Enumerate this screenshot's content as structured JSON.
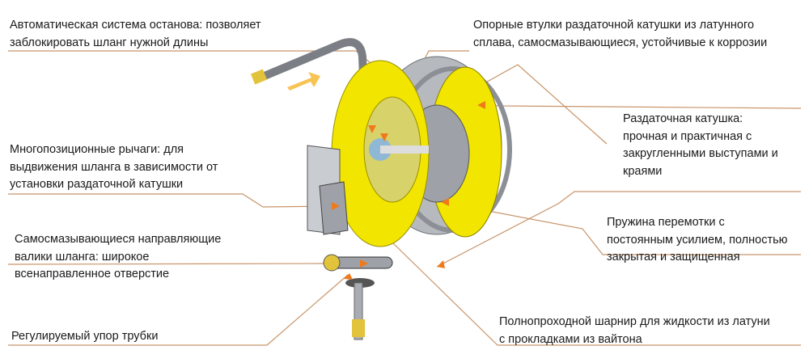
{
  "labels": {
    "auto_stop": [
      "Автоматическая система останова: позволяет",
      "заблокировать шланг нужной длины"
    ],
    "levers": [
      "Многопозиционные рычаги: для",
      "выдвижения шланга в зависимости от",
      "установки раздаточной катушки"
    ],
    "rollers": [
      "Самосмазывающиеся направляющие",
      "валики шланга: широкое",
      "всенаправленное отверстие"
    ],
    "tube_stop": [
      "Регулируемый упор трубки"
    ],
    "bushings": [
      "Опорные втулки раздаточной катушки из латунного",
      "сплава, самосмазывающиеся, устойчивые к коррозии"
    ],
    "reel": [
      "Раздаточная катушка:",
      "прочная и практичная с",
      "закругленными выступами и",
      "краями"
    ],
    "spring": [
      "Пружина перемотки с",
      "постоянным усилием, полностью",
      "закрытая и защищенная"
    ],
    "swivel": [
      "Полнопроходной шарнир для жидкости из латуни",
      "с прокладками из вайтона"
    ]
  },
  "colors": {
    "leader": "#c8956a",
    "reel_yellow": "#f2e600",
    "arrow": "#f07a1a",
    "steel": "#a9adb3"
  }
}
